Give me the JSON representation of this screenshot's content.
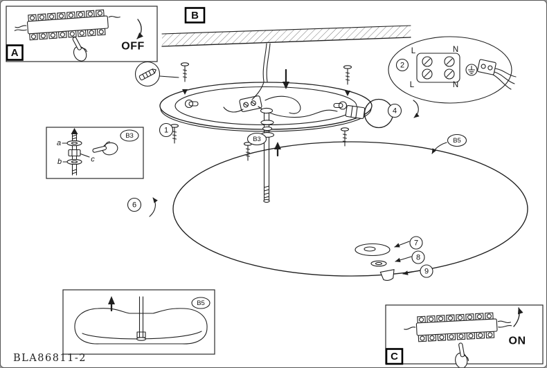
{
  "doc": {
    "code": "BLA86811-2"
  },
  "insets": {
    "power_off": {
      "label": "A",
      "state": "OFF"
    },
    "main_figure": {
      "label": "B"
    },
    "washer_detail": {
      "label": "B3"
    },
    "glass_detail": {
      "label": "B5"
    },
    "power_on": {
      "label": "C",
      "state": "ON"
    }
  },
  "wiring_detail": {
    "step": "2",
    "terminals": {
      "top_left": "L",
      "top_right": "N",
      "bottom_left": "L",
      "bottom_right": "N"
    }
  },
  "step_markers": {
    "s1": "1",
    "s4": "4",
    "s6": "6",
    "s7": "7",
    "s8": "8",
    "s9": "9"
  },
  "detail_refs": {
    "washers": "B3",
    "glass": "B5"
  },
  "washer_parts": {
    "a": "a",
    "b": "b",
    "c": "c"
  }
}
